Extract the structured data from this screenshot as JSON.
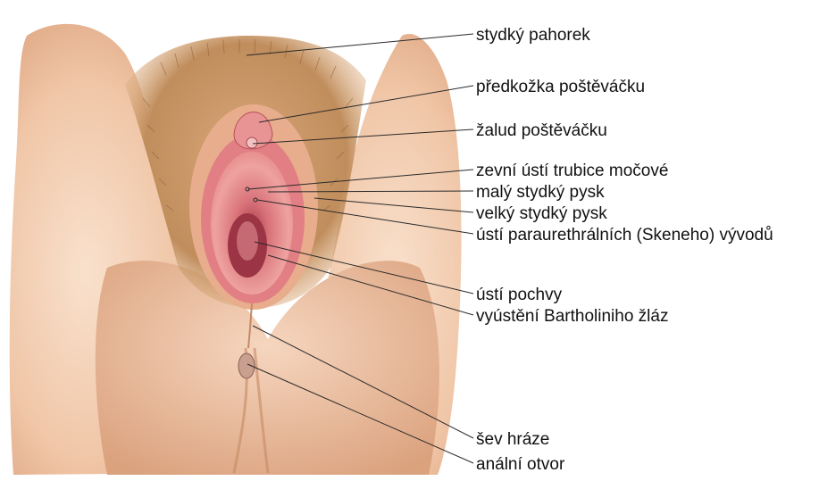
{
  "colors": {
    "skin_light": "#f6d6bf",
    "skin_mid": "#e9b692",
    "skin_shadow": "#c98d6a",
    "hair": "#b98a57",
    "hair_dark": "#8f6238",
    "mucosa": "#e48787",
    "mucosa_dark": "#b9505a",
    "mucosa_light": "#f2b3b0",
    "line": "#2a2a2a",
    "text": "#111111"
  },
  "labels": [
    {
      "id": "mons",
      "text": "stydký pahorek"
    },
    {
      "id": "prepuce",
      "text": "předkožka poštěváčku"
    },
    {
      "id": "glans",
      "text": "žalud poštěváčku"
    },
    {
      "id": "urethra",
      "text": "zevní ústí trubice močové"
    },
    {
      "id": "labia_minora",
      "text": "malý stydký pysk"
    },
    {
      "id": "labia_majora",
      "text": "velký stydký pysk"
    },
    {
      "id": "skene",
      "text": "ústí paraurethrálních (Skeneho) vývodů"
    },
    {
      "id": "vagina",
      "text": "ústí pochvy"
    },
    {
      "id": "bartholin",
      "text": "vyústění Bartholiniho žláz"
    },
    {
      "id": "raphe",
      "text": "šev hráze"
    },
    {
      "id": "anus",
      "text": "anální otvor"
    }
  ]
}
